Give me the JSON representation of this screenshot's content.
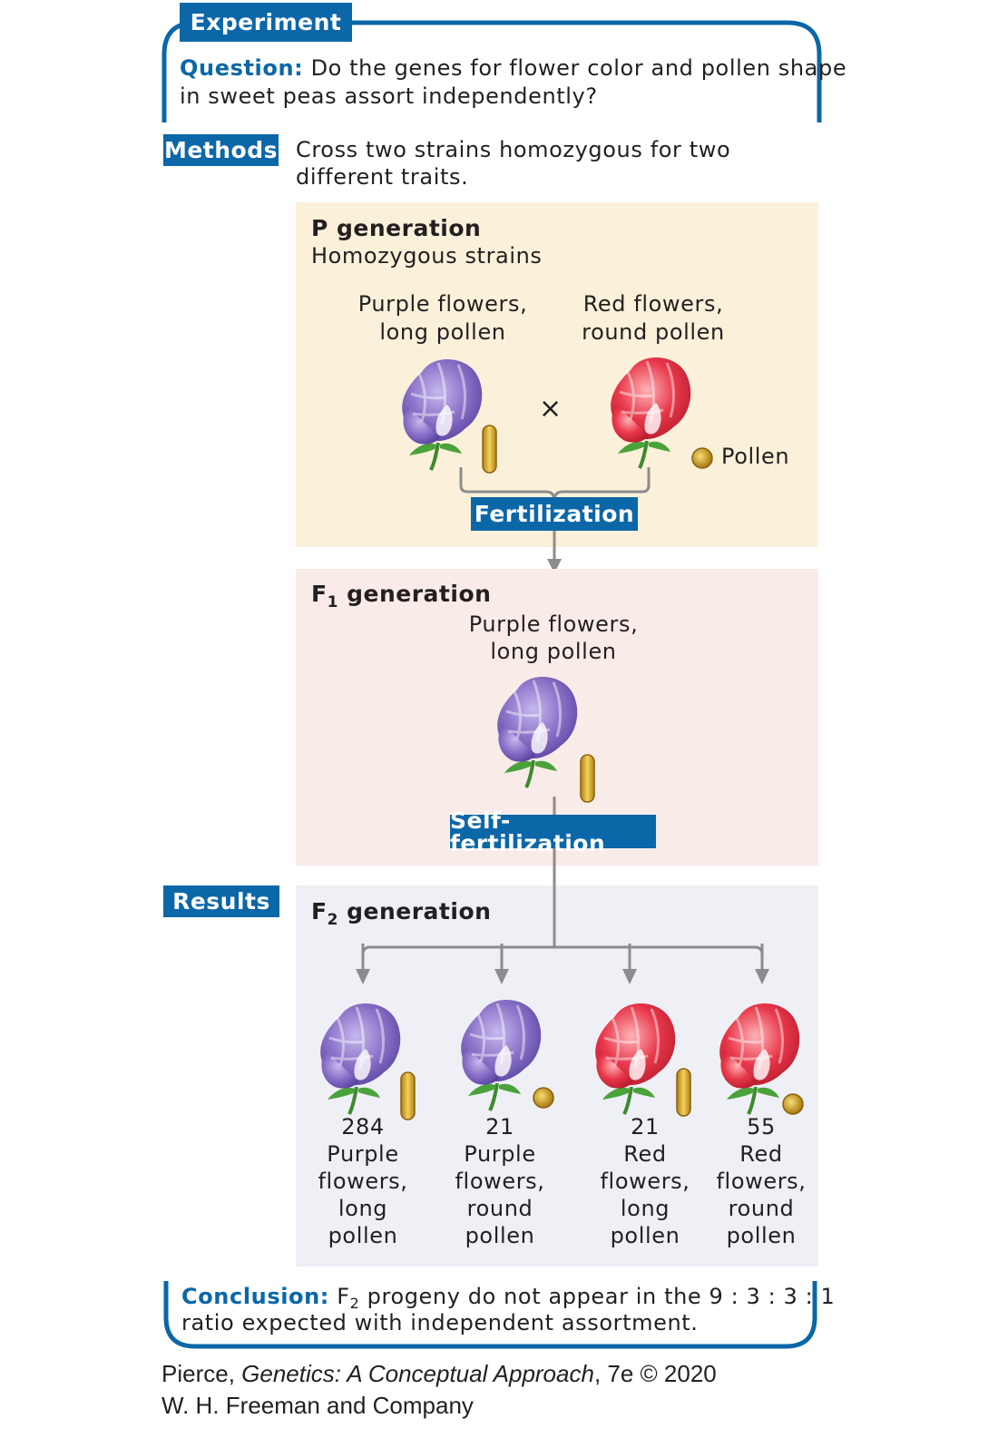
{
  "experiment": {
    "label": "Experiment",
    "question_label": "Question:",
    "question_line1": "Do the genes for flower color and pollen shape",
    "question_line2": "in sweet peas assort independently?"
  },
  "methods": {
    "label": "Methods",
    "line1": "Cross two strains homozygous for two",
    "line2": "different traits."
  },
  "p_generation": {
    "title": "P generation",
    "subtitle": "Homozygous strains",
    "parent1_line1": "Purple flowers,",
    "parent1_line2": "long pollen",
    "parent2_line1": "Red flowers,",
    "parent2_line2": "round pollen",
    "cross_symbol": "×",
    "pollen_label": "Pollen",
    "fertilization_label": "Fertilization",
    "color": "#fbf1da"
  },
  "f1_generation": {
    "title_prefix": "F",
    "title_sub": "1",
    "title_suffix": " generation",
    "line1": "Purple flowers,",
    "line2": "long pollen",
    "self_fertilization_label": "Self-fertilization",
    "color": "#f9ece8"
  },
  "results": {
    "label": "Results",
    "title_prefix": "F",
    "title_sub": "2",
    "title_suffix": " generation",
    "color": "#eff0f5",
    "progeny": [
      {
        "count": "284",
        "line1": "Purple",
        "line2": "flowers,",
        "line3": "long",
        "line4": "pollen"
      },
      {
        "count": "21",
        "line1": "Purple",
        "line2": "flowers,",
        "line3": "round",
        "line4": "pollen"
      },
      {
        "count": "21",
        "line1": "Red",
        "line2": "flowers,",
        "line3": "long",
        "line4": "pollen"
      },
      {
        "count": "55",
        "line1": "Red",
        "line2": "flowers,",
        "line3": "round",
        "line4": "pollen"
      }
    ]
  },
  "conclusion": {
    "label": "Conclusion:",
    "prefix": "F",
    "sub": "2",
    "line1_rest": " progeny do not appear in the 9 : 3 : 3 : 1",
    "line2": "ratio expected with independent assortment."
  },
  "credit": {
    "author": "Pierce, ",
    "book_title": "Genetics: A Conceptual Approach",
    "edition": ", 7e © 2020",
    "publisher": "W. H. Freeman and Company"
  },
  "colors": {
    "accent": "#0b67a8",
    "purple_flower": "#8a72c8",
    "red_flower": "#e8384a",
    "pollen": "#d9a526",
    "arrow": "#8c8c8c"
  },
  "icons": [
    "purple-flower-icon",
    "red-flower-icon",
    "long-pollen-icon",
    "round-pollen-icon"
  ]
}
